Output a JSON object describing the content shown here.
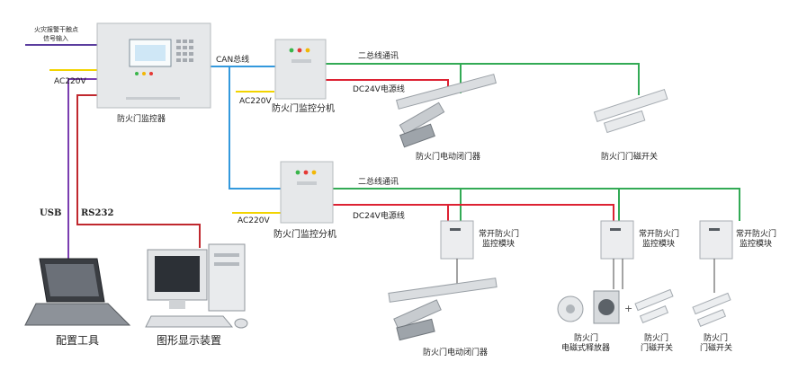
{
  "labels": {
    "fire_input_line1": "火灾报警干触点",
    "fire_input_line2": "信号输入",
    "ac220_main": "AC220V",
    "monitor": "防火门监控器",
    "can_bus": "CAN总线",
    "ac220_sub1": "AC220V",
    "sub_unit1": "防火门监控分机",
    "bus_comm1": "二总线通讯",
    "dc24_1": "DC24V电源线",
    "closer1": "防火门电动闭门器",
    "mag_switch1": "防火门门磁开关",
    "bus_comm2": "二总线通讯",
    "ac220_sub2": "AC220V",
    "sub_unit2": "防火门监控分机",
    "dc24_2": "DC24V电源线",
    "module1_line1": "常开防火门",
    "module1_line2": "监控模块",
    "module2_line1": "常开防火门",
    "module2_line2": "监控模块",
    "module3_line1": "常开防火门",
    "module3_line2": "监控模块",
    "closer2": "防火门电动闭门器",
    "release_line1": "防火门",
    "release_line2": "电磁式释放器",
    "mag_switch2_line1": "防火门",
    "mag_switch2_line2": "门磁开关",
    "mag_switch3_line1": "防火门",
    "mag_switch3_line2": "门磁开关",
    "usb": "USB",
    "rs232": "RS232",
    "config_tool": "配置工具",
    "graphic_display": "图形显示装置"
  },
  "colors": {
    "can_bus": "#3399dd",
    "two_bus": "#33aa55",
    "dc24v": "#dd2233",
    "ac220v": "#f2d400",
    "usb": "#7a3db0",
    "rs232": "#c0282e",
    "fire_input": "#5a3c9e"
  }
}
